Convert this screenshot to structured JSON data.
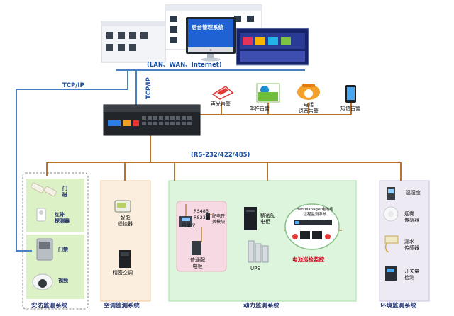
{
  "network": {
    "lan": "(LAN、WAN、Internet)",
    "tcpip_left": "TCP/IP",
    "tcpip_vertical": "TCP/IP",
    "rs": "(RS-232/422/485)"
  },
  "platform": {
    "title": "后台管理系统"
  },
  "alarms": [
    {
      "label": "声光告警"
    },
    {
      "label": "邮件告警"
    },
    {
      "label": "电话\n语音告警"
    },
    {
      "label": "短信告警"
    }
  ],
  "security": {
    "title": "安防监测系统",
    "items": [
      {
        "label": "门\n磁"
      },
      {
        "label": "红外\n探测器"
      },
      {
        "label": "门禁"
      },
      {
        "label": "视频"
      }
    ]
  },
  "aircon": {
    "title": "空调监测系统",
    "items": [
      {
        "label": "智能\n遥控器"
      },
      {
        "label": "精密空调"
      }
    ]
  },
  "power": {
    "title": "动力监测系统",
    "cabinet": {
      "rs485": "RS485",
      "rs232": "RS232",
      "meter": "电量仪",
      "module": "配电开\n关模块",
      "label": "普通配\n电柜"
    },
    "precision_cabinet": "精密配\n电柜",
    "ups": "UPS",
    "battery": {
      "device": "BattManager电池组\n远程监测系统",
      "caption": "电池巡检监控"
    }
  },
  "env": {
    "title": "环境监测系统",
    "items": [
      {
        "label": "温湿度"
      },
      {
        "label": "烟雾\n传感器"
      },
      {
        "label": "漏水\n传感器"
      },
      {
        "label": "开关量\n检测"
      }
    ]
  },
  "colors": {
    "copper": "#b8742c",
    "blue_line": "#4a7fc1",
    "green_panel": "#dcf5dc",
    "orange_panel": "#fbeede",
    "purple_panel": "#eeeaf4"
  }
}
